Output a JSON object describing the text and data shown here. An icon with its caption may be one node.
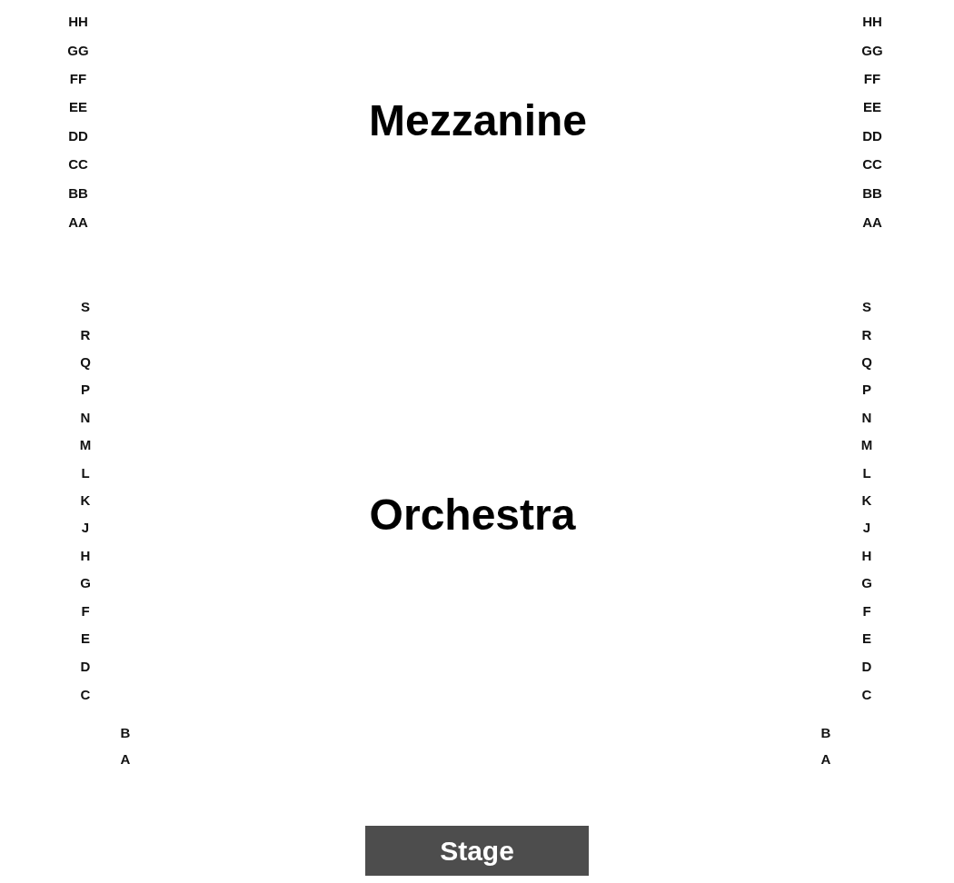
{
  "diagram": {
    "nodes": [
      {
        "text": [
          "Stage"
        ]
      }
    ],
    "edges": [],
    "labels": [
      "HH",
      "HH",
      "GG",
      "GG",
      "FF",
      "FF",
      "EE",
      "EE",
      "Mezzanine",
      "DD",
      "DD",
      "CC",
      "CC",
      "BB",
      "BB",
      "AA",
      "AA",
      "S",
      "S",
      "R",
      "R",
      "Q",
      "Q",
      "P",
      "P",
      "N",
      "N",
      "M",
      "M",
      "L",
      "L",
      "K",
      "K",
      "Orchestra",
      "J",
      "J",
      "H",
      "H",
      "G",
      "G",
      "F",
      "F",
      "E",
      "E",
      "D",
      "D",
      "C",
      "C",
      "B",
      "B",
      "A",
      "A"
    ]
  }
}
